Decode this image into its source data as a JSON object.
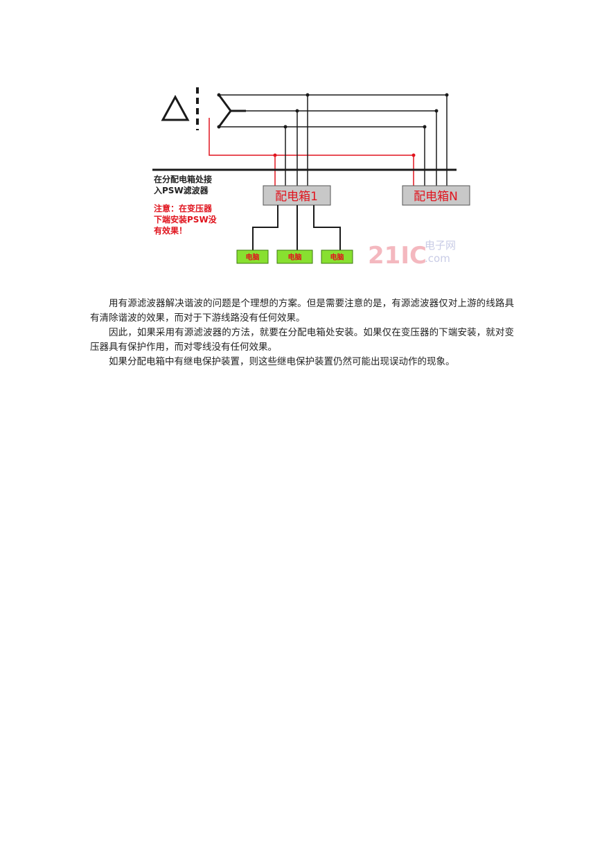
{
  "figure": {
    "note_black": [
      "在分配电箱处接",
      "入PSW滤波器"
    ],
    "note_red": [
      "注意：在变压器",
      "下端安装PSW没",
      "有效果！"
    ],
    "box1_label": "配电箱1",
    "boxN_label": "配电箱N",
    "pc_labels": [
      "电脑",
      "电脑",
      "电脑"
    ],
    "watermark_main": "21IC",
    "watermark_top": "电子网",
    "watermark_bottom": ".com",
    "colors": {
      "wire": "#1a1a1a",
      "red_wire": "#e0141e",
      "box_fill": "#c8c8c8",
      "pc_fill": "#88e030"
    }
  },
  "paragraphs": [
    "用有源滤波器解决谐波的问题是个理想的方案。但是需要注意的是，有源滤波器仅对上游的线路具有清除谐波的效果，而对于下游线路没有任何效果。",
    "因此，如果采用有源滤波器的方法，就要在分配电箱处安装。如果仅在变压器的下端安装，就对变压器具有保护作用，而对零线没有任何效果。",
    "如果分配电箱中有继电保护装置，则这些继电保护装置仍然可能出现误动作的现象。"
  ]
}
